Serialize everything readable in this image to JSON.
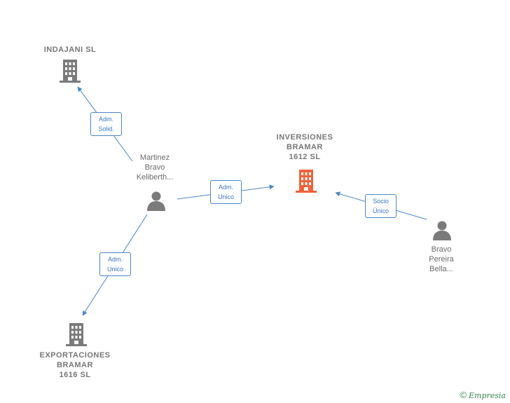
{
  "nodes": {
    "indajani": {
      "label": "INDAJANI SL",
      "type": "company",
      "highlight": false
    },
    "inversiones": {
      "label_lines": [
        "INVERSIONES",
        "BRAMAR",
        "1612 SL"
      ],
      "type": "company",
      "highlight": true
    },
    "exportaciones": {
      "label_lines": [
        "EXPORTACIONES",
        "BRAMAR",
        "1616 SL"
      ],
      "type": "company",
      "highlight": false
    },
    "martinez": {
      "label_lines": [
        "Martinez",
        "Bravo",
        "Keliberth..."
      ],
      "type": "person"
    },
    "bravo": {
      "label_lines": [
        "Bravo",
        "Pereira",
        "Bella..."
      ],
      "type": "person"
    }
  },
  "edges": {
    "martinez_indajani": {
      "label_lines": [
        "Adm.",
        "Solid."
      ]
    },
    "martinez_inversiones": {
      "label_lines": [
        "Adm.",
        "Unico"
      ]
    },
    "martinez_exportaciones": {
      "label_lines": [
        "Adm.",
        "Unico"
      ]
    },
    "bravo_inversiones": {
      "label_lines": [
        "Socio",
        "Único"
      ]
    }
  },
  "footer": {
    "copyright": "©",
    "brand": "Empresia"
  },
  "colors": {
    "edge": "#4a86c8",
    "company": "#7b7b7b",
    "company_highlight": "#f0623a",
    "person": "#7b7b7b"
  }
}
